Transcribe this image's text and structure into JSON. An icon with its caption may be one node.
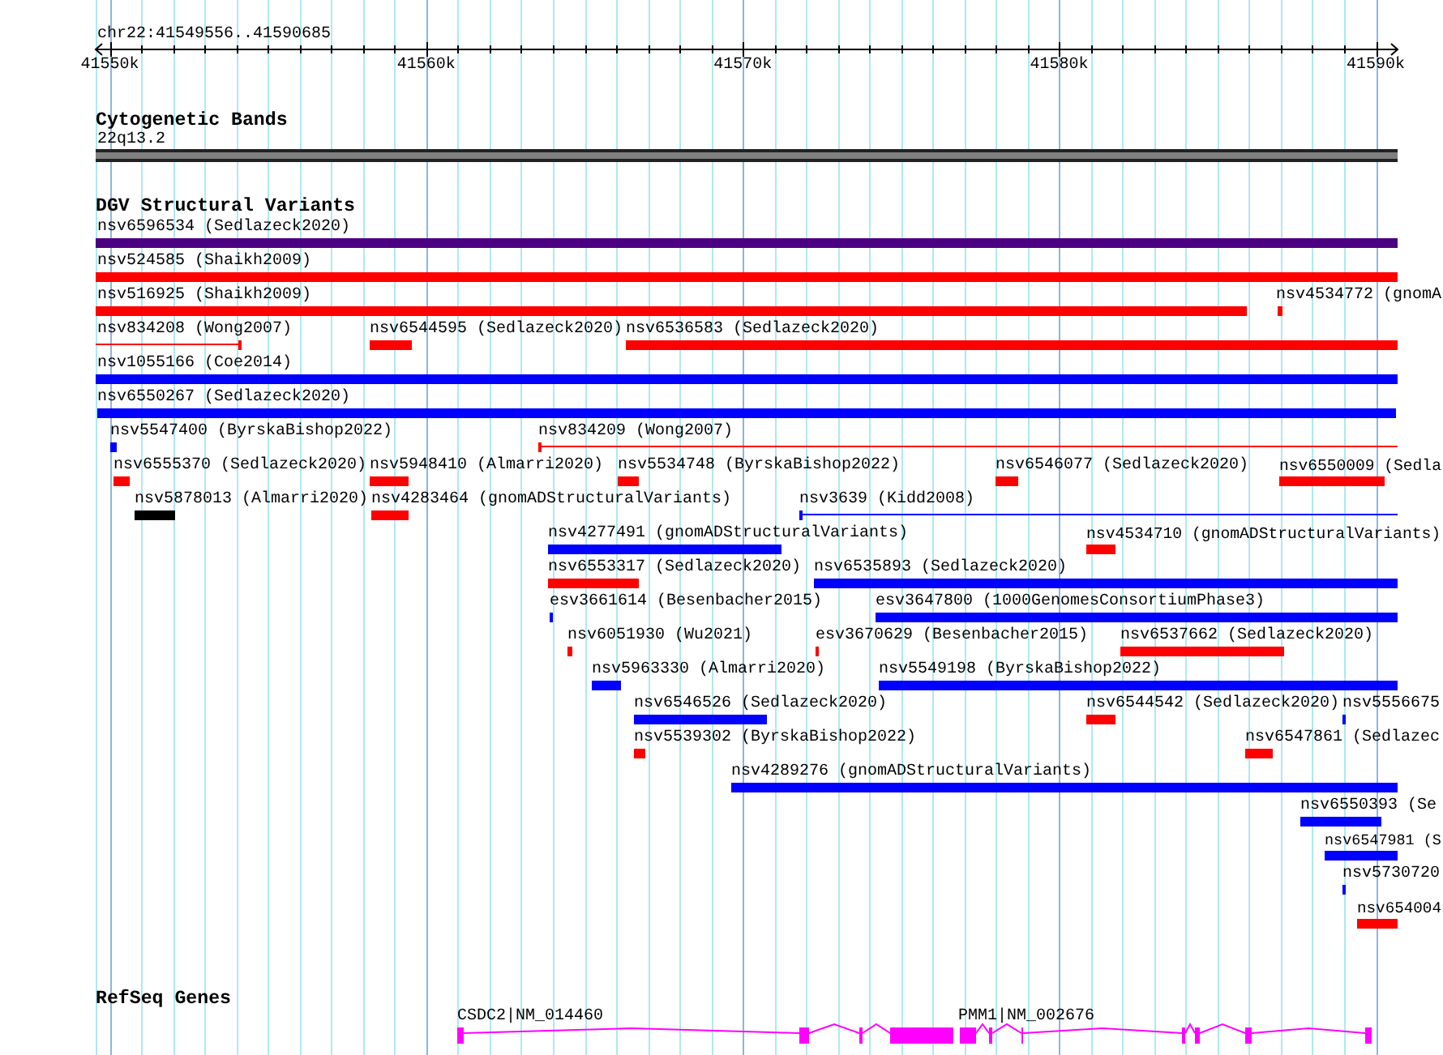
{
  "diagram": {
    "nodes": [
      {
        "text": [
          "22q13.2"
        ]
      },
      {
        "text": [
          "nsv6596534 (Sedlazeck2020)"
        ]
      },
      {
        "text": [
          "nsv524585 (Shaikh2009)"
        ]
      },
      {
        "text": [
          "nsv516925 (Shaikh2009)"
        ]
      },
      {
        "text": [
          "nsv4534772 (gnomA"
        ]
      },
      {
        "text": [
          "nsv834208 (Wong2007)"
        ]
      },
      {
        "text": [
          "nsv6544595 (Sedlazeck2020)"
        ]
      },
      {
        "text": [
          "nsv6536583 (Sedlazeck2020)"
        ]
      },
      {
        "text": [
          "nsv1055166 (Coe2014)"
        ]
      },
      {
        "text": [
          "nsv6550267 (Sedlazeck2020)"
        ]
      },
      {
        "text": [
          "nsv5547400 (ByrskaBishop2022)"
        ]
      },
      {
        "text": [
          "nsv834209 (Wong2007)"
        ]
      },
      {
        "text": [
          "nsv6555370 (Sedlazeck2020)"
        ]
      },
      {
        "text": [
          "nsv5948410 (Almarri2020)"
        ]
      },
      {
        "text": [
          "nsv5534748 (ByrskaBishop2022)"
        ]
      },
      {
        "text": [
          "nsv6546077 (Sedlazeck2020)"
        ]
      },
      {
        "text": [
          "nsv6550009 (Sedla"
        ]
      },
      {
        "text": [
          "nsv5878013 (Almarri2020)"
        ]
      },
      {
        "text": [
          "nsv4283464 (gnomADStructuralVariants)"
        ]
      },
      {
        "text": [
          "nsv3639 (Kidd2008)"
        ]
      },
      {
        "text": [
          "nsv4277491 (gnomADStructuralVariants)"
        ]
      },
      {
        "text": [
          "nsv4534710 (gnomADStructuralVariants)"
        ]
      },
      {
        "text": [
          "nsv6553317 (Sedlazeck2020)"
        ]
      },
      {
        "text": [
          "nsv6535893 (Sedlazeck2020)"
        ]
      },
      {
        "text": [
          "esv3661614 (Besenbacher2015)"
        ]
      },
      {
        "text": [
          "esv3647800 (1000GenomesConsortiumPhase3)"
        ]
      },
      {
        "text": [
          "nsv6051930 (Wu2021)"
        ]
      },
      {
        "text": [
          "esv3670629 (Besenbacher2015)"
        ]
      },
      {
        "text": [
          "nsv6537662 (Sedlazeck2020)"
        ]
      },
      {
        "text": [
          "nsv5963330 (Almarri2020)"
        ]
      },
      {
        "text": [
          "nsv5549198 (ByrskaBishop2022)"
        ]
      },
      {
        "text": [
          "nsv6546526 (Sedlazeck2020)"
        ]
      },
      {
        "text": [
          "nsv6544542 (Sedlazeck2020)"
        ]
      },
      {
        "text": [
          "nsv5556675"
        ]
      },
      {
        "text": [
          "nsv5539302 (ByrskaBishop2022)"
        ]
      },
      {
        "text": [
          "nsv6547861 (Sedlazec"
        ]
      },
      {
        "text": [
          "nsv4289276 (gnomADStructuralVariants)"
        ]
      },
      {
        "text": [
          "nsv6550393 (Se"
        ]
      },
      {
        "text": [
          "nsv6547981 (S"
        ]
      },
      {
        "text": [
          "nsv5730720"
        ]
      },
      {
        "text": [
          "nsv654004"
        ]
      },
      {
        "text": [
          "CSDC2|NM_014460"
        ]
      },
      {
        "text": [
          "PMM1|NM_002676"
        ]
      }
    ],
    "labels": [
      "chr22:41549556..41590685",
      "41550k",
      "41560k",
      "41570k",
      "41580k",
      "41590k",
      "Cytogenetic Bands",
      "DGV Structural Variants",
      "RefSeq Genes"
    ]
  }
}
